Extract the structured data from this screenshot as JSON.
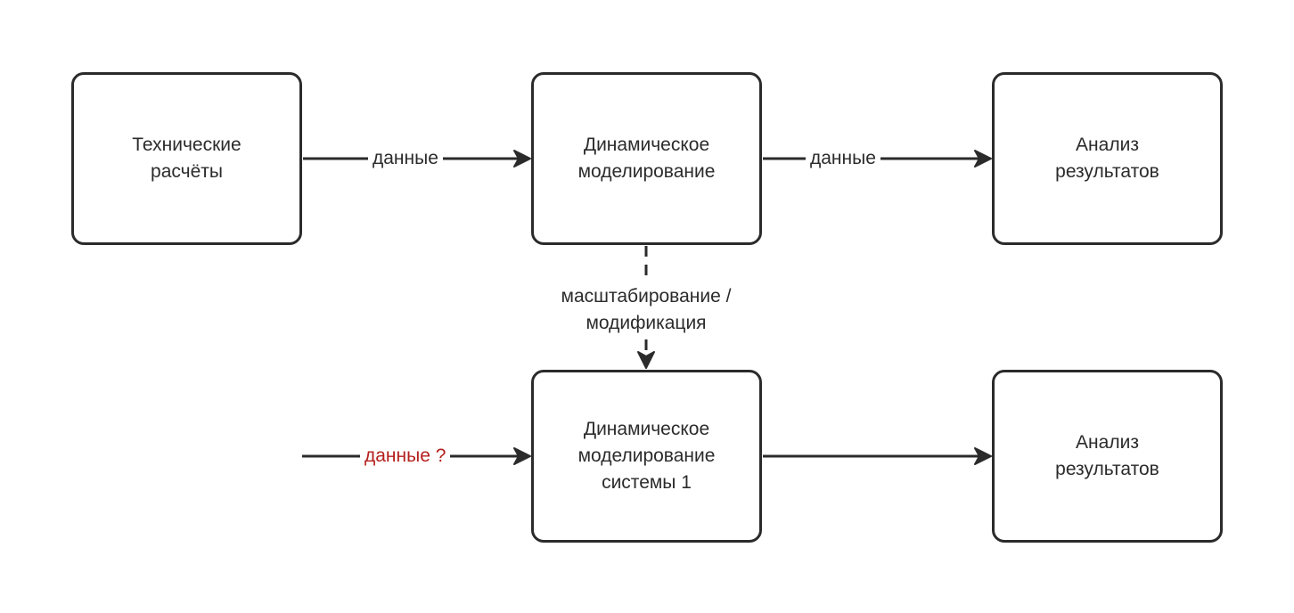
{
  "diagram": {
    "nodes": {
      "tech_calc": {
        "line1": "Технические",
        "line2": "расчёты"
      },
      "dyn_model": {
        "line1": "Динамическое",
        "line2": "моделирование"
      },
      "analysis_top": {
        "line1": "Анализ",
        "line2": "результатов"
      },
      "dyn_model_sys1": {
        "line1": "Динамическое",
        "line2": "моделирование",
        "line3": "системы 1"
      },
      "analysis_bottom": {
        "line1": "Анализ",
        "line2": "результатов"
      }
    },
    "edges": {
      "tech_to_dyn": {
        "label": "данные"
      },
      "dyn_to_analysis": {
        "label": "данные"
      },
      "scaling": {
        "line1": "масштабирование /",
        "line2": "модификация"
      },
      "input_to_sys1": {
        "label": "данные ?"
      }
    },
    "colors": {
      "stroke": "#2b2b2b",
      "text": "#2b2b2b",
      "warning_label": "#b3201d",
      "background": "#ffffff"
    }
  }
}
